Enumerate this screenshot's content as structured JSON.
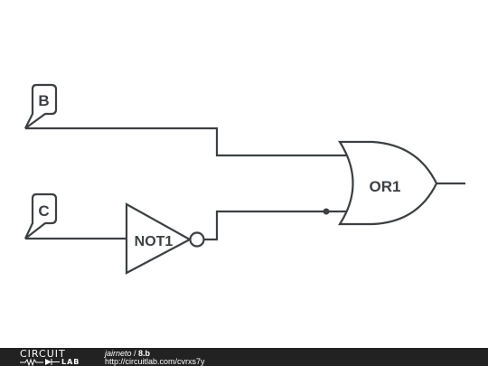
{
  "diagram": {
    "inputs": [
      {
        "id": "B",
        "label": "B"
      },
      {
        "id": "C",
        "label": "C"
      }
    ],
    "gates": [
      {
        "id": "NOT1",
        "type": "not",
        "label": "NOT1"
      },
      {
        "id": "OR1",
        "type": "or",
        "label": "OR1"
      }
    ],
    "colors": {
      "stroke": "#3c4043",
      "footer": "#222222"
    }
  },
  "footer": {
    "logo_top": "CIRCUIT",
    "logo_bottom": "LAB",
    "author": "jairneto",
    "separator": " / ",
    "title": "8.b",
    "url": "http://circuitlab.com/cvrxs7y"
  }
}
